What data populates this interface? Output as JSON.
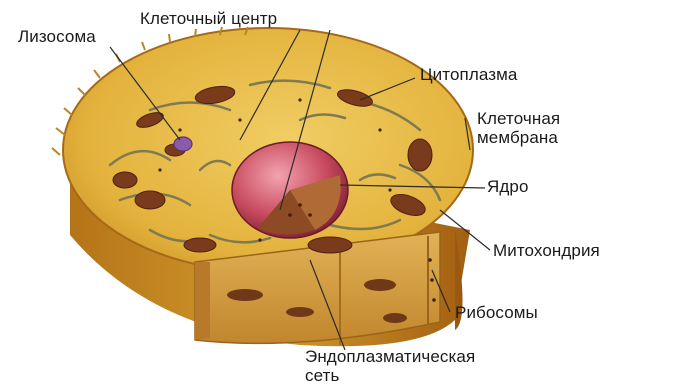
{
  "header": {
    "cropped_title_fragment": "",
    "title_color": "#2a3fae"
  },
  "labels": {
    "lysosome": "Лизосома",
    "cell_center": "Клеточный центр",
    "cytoplasm": "Цитоплазма",
    "membrane_line1": "Клеточная",
    "membrane_line2": "мембрана",
    "nucleus": "Ядро",
    "mitochondria": "Митохондрия",
    "ribosomes": "Рибосомы",
    "er_line1": "Эндоплазматическая",
    "er_line2": "сеть"
  },
  "colors": {
    "cytoplasm": "#e3b23c",
    "cell_wall_side": "#c9891f",
    "cut_face": "#d7a24a",
    "nucleus": "#c84a5e",
    "mitochondria": "#7a3a1c",
    "er": "#7f7a52",
    "lysosome": "#8a5ca8",
    "label_text": "#1b1b1b",
    "leader_line": "#2b2b2b"
  }
}
